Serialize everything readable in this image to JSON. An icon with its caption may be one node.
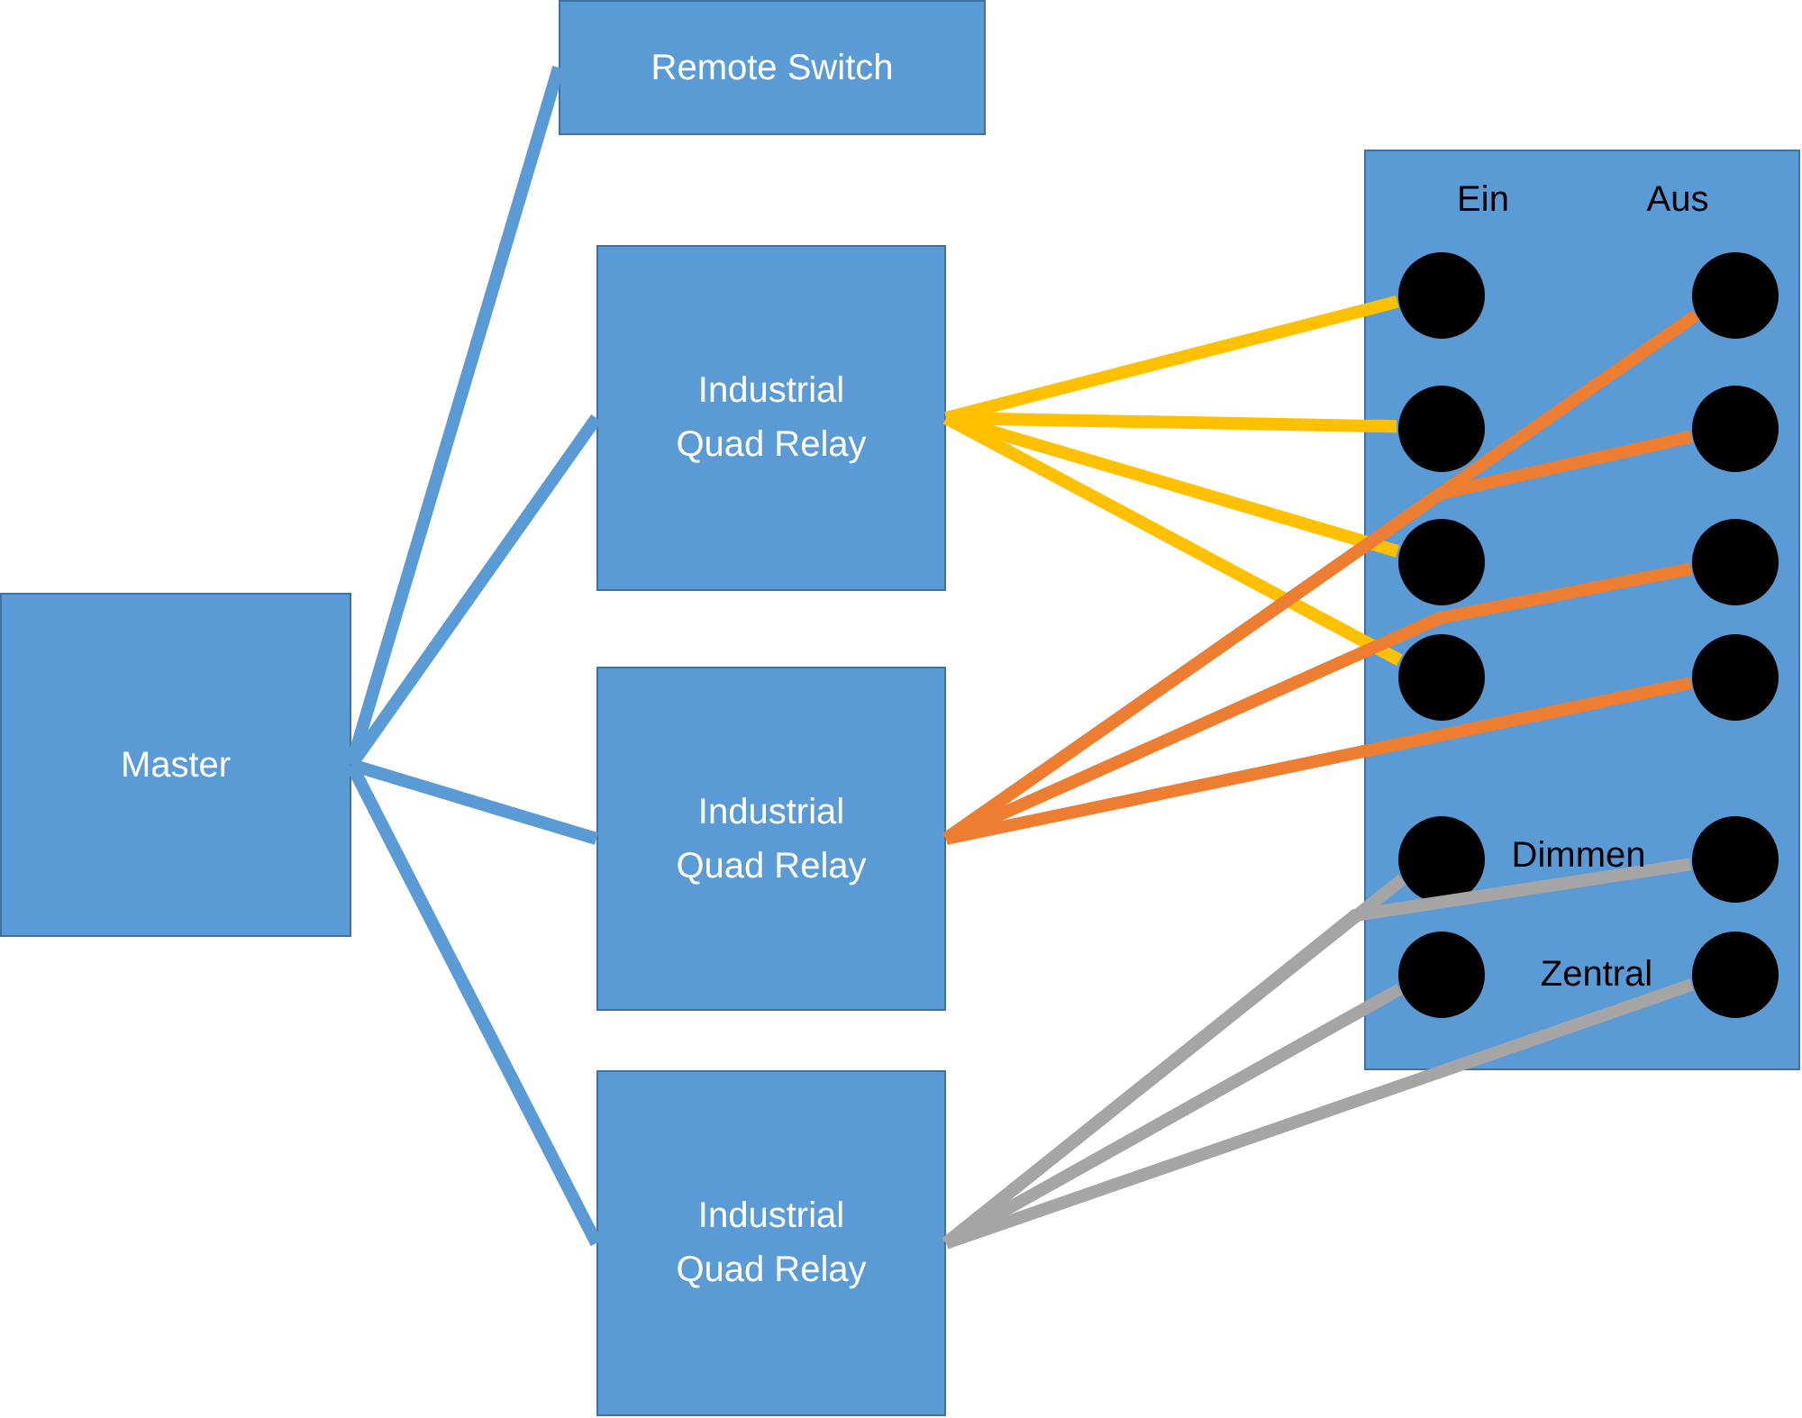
{
  "diagram": {
    "nodes": [
      {
        "text": [
          "Remote Switch"
        ]
      },
      {
        "text": [
          "Master"
        ]
      },
      {
        "text": [
          "Industrial Quad Relay"
        ]
      },
      {
        "text": [
          "Industrial Quad Relay"
        ]
      },
      {
        "text": [
          "Industrial Quad Relay"
        ]
      },
      {
        "text": [
          "Ein",
          "Aus",
          "Dimmen",
          "Zentral"
        ]
      },
      {
        "text": [],
        "shape": "circle",
        "in": 5
      },
      {
        "text": [],
        "shape": "circle",
        "in": 5
      },
      {
        "text": [],
        "shape": "circle",
        "in": 5
      },
      {
        "text": [],
        "shape": "circle",
        "in": 5
      },
      {
        "text": [],
        "shape": "circle",
        "in": 5
      },
      {
        "text": [],
        "shape": "circle",
        "in": 5
      },
      {
        "text": [],
        "shape": "circle",
        "in": 5
      },
      {
        "text": [],
        "shape": "circle",
        "in": 5
      },
      {
        "text": [],
        "shape": "circle",
        "in": 5
      },
      {
        "text": [],
        "shape": "circle",
        "in": 5
      },
      {
        "text": [],
        "shape": "circle",
        "in": 5
      },
      {
        "text": [],
        "shape": "circle",
        "in": 5
      }
    ],
    "edges": [
      {
        "from": 1,
        "to": 0,
        "arrow": "none",
        "color": "#5b9bd5"
      },
      {
        "from": 1,
        "to": 2,
        "arrow": "none",
        "color": "#5b9bd5"
      },
      {
        "from": 1,
        "to": 3,
        "arrow": "none",
        "color": "#5b9bd5"
      },
      {
        "from": 1,
        "to": 4,
        "arrow": "none",
        "color": "#5b9bd5"
      },
      {
        "from": 2,
        "to": 6,
        "arrow": "none",
        "color": "#ffc000"
      },
      {
        "from": 2,
        "to": 8,
        "arrow": "none",
        "color": "#ffc000"
      },
      {
        "from": 2,
        "to": 10,
        "arrow": "none",
        "color": "#ffc000"
      },
      {
        "from": 2,
        "to": 12,
        "arrow": "none",
        "color": "#ffc000"
      },
      {
        "from": 3,
        "to": 7,
        "arrow": "none",
        "color": "#ed7d31"
      },
      {
        "from": 3,
        "to": 9,
        "arrow": "none",
        "color": "#ed7d31"
      },
      {
        "from": 3,
        "to": 11,
        "arrow": "none",
        "color": "#ed7d31"
      },
      {
        "from": 3,
        "to": 13,
        "arrow": "none",
        "color": "#ed7d31"
      },
      {
        "from": 4,
        "to": 14,
        "arrow": "none",
        "color": "#a5a5a5"
      },
      {
        "from": 4,
        "to": 16,
        "arrow": "none",
        "color": "#a5a5a5"
      },
      {
        "from": 4,
        "to": 15,
        "arrow": "none",
        "color": "#a5a5a5"
      },
      {
        "from": 4,
        "to": 17,
        "arrow": "none",
        "color": "#a5a5a5"
      }
    ]
  }
}
